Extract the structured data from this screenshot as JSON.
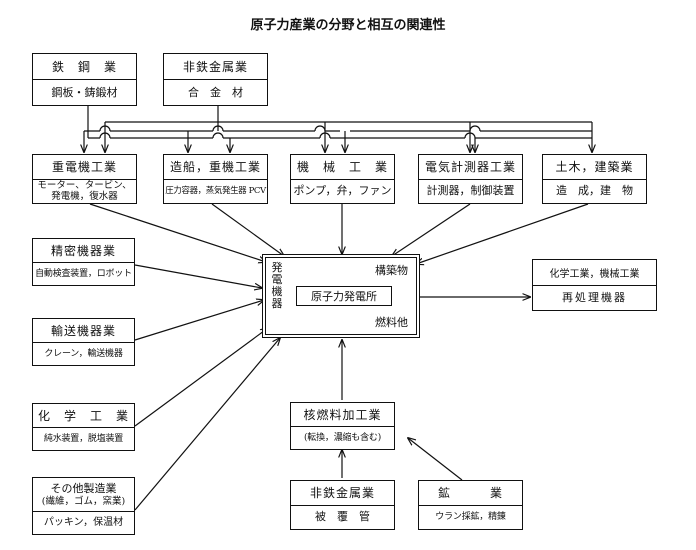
{
  "title": "原子力産業の分野と相互の関連性",
  "top_boxes": {
    "steel": {
      "head": "鉄　鋼　業",
      "body": "鋼板・鋳鍛材"
    },
    "nonferrous": {
      "head": "非鉄金属業",
      "body": "合　金　材"
    }
  },
  "middle_boxes": {
    "heavy_electric": {
      "head": "重電機工業",
      "body_lines": [
        "モーター、タービン、",
        "発電機，復水器"
      ]
    },
    "shipbuilding": {
      "head": "造船，重機工業",
      "body": "圧力容器，蒸気発生器 PCV"
    },
    "machinery": {
      "head": "機　械　工　業",
      "body": "ポンプ，弁，ファン"
    },
    "instruments": {
      "head": "電気計測器工業",
      "body": "計測器，制御装置"
    },
    "construction": {
      "head": "土木，建築業",
      "body": "造　成，建　物"
    }
  },
  "left_boxes": {
    "precision": {
      "head": "精密機器業",
      "body": "自動検査装置，ロボット"
    },
    "transport": {
      "head": "輸送機器業",
      "body": "クレーン，輸送機器"
    },
    "chemical": {
      "head": "化　学　工　業",
      "body": "純水装置，脱塩装置"
    },
    "other": {
      "head_lines": [
        "その他製造業",
        "(繊維，ゴム，窯業)"
      ],
      "body": "パッキン，保温材"
    }
  },
  "center": {
    "vertical_label": "発電機器",
    "structures": "構築物",
    "plant": "原子力発電所",
    "fuel": "燃料他"
  },
  "reprocessing": {
    "head": "化学工業，機械工業",
    "body": "再処理機器"
  },
  "fuel_fab": {
    "head": "核燃料加工業",
    "body": "(転換，濃縮も含む)"
  },
  "bottom_boxes": {
    "nonferrous2": {
      "head": "非鉄金属業",
      "body": "被　覆　管"
    },
    "mining": {
      "head": "鉱　　　業",
      "body": "ウラン採鉱，精錬"
    }
  }
}
